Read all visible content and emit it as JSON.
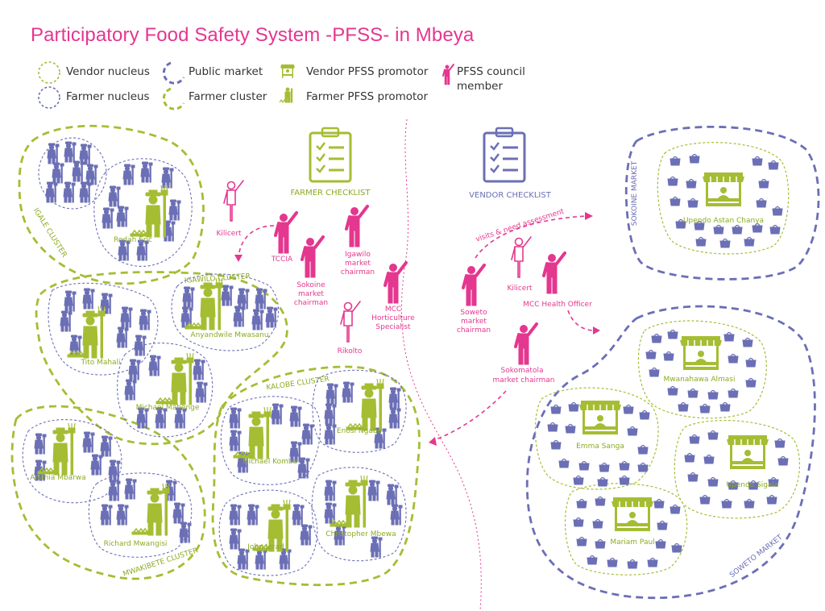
{
  "title": "Participatory Food Safety System -PFSS- in Mbeya",
  "legend": {
    "vendor_nucleus": "Vendor nucleus",
    "farmer_nucleus": "Farmer nucleus",
    "public_market": "Public market",
    "farmer_cluster": "Farmer cluster",
    "vendor_promotor": "Vendor PFSS promotor",
    "farmer_promotor": "Farmer PFSS promotor",
    "council_member_line1": "PFSS council",
    "council_member_line2": "member"
  },
  "checklists": {
    "farmer": "FARMER CHECKLIST",
    "vendor": "VENDOR CHECKLIST"
  },
  "clusters": {
    "igale": "IGALE CLUSTER",
    "igawilo": "IGAWILO CLUSTER",
    "mwakibete": "MWAKIBETE CLUSTER",
    "kalobe": "KALOBE CLUSTER"
  },
  "markets": {
    "sokoine": "SOKOINE MARKET",
    "soweto": "SOWETO MARKET"
  },
  "farmer_promotors": {
    "rodah": "Rodah Eric",
    "anyandwile": "Anyandwile Mwasanu",
    "tito": "Tito Mahali",
    "michael_m": "Michael Mahenge",
    "anania": "Anania Mbarwa",
    "richard": "Richard Mwangisi",
    "enosi": "Enosi Ngabo",
    "michael_k": "Michael Komba",
    "john": "John Jerad",
    "christopher": "Christopher Mbewa"
  },
  "vendor_promotors": {
    "upendo_astan": "Upendo Astan Chanya",
    "mwanahawa": "Mwanahawa Almasi",
    "emma": "Emma Sanga",
    "upendo_sigala": "Upendo Sigala",
    "mariam": "Mariam Paul"
  },
  "council": {
    "kilicert_left": "Kilicert",
    "tccia": "TCCIA",
    "igawilo_chair_1": "Igawilo",
    "igawilo_chair_2": "market",
    "igawilo_chair_3": "chairman",
    "sokoine_chair_1": "Sokoine",
    "sokoine_chair_2": "market",
    "sokoine_chair_3": "chairman",
    "mcc_hort_1": "MCC",
    "mcc_hort_2": "Horticulture",
    "mcc_hort_3": "Specialist",
    "rikolto": "Rikolto",
    "soweto_chair_1": "Soweto",
    "soweto_chair_2": "market",
    "soweto_chair_3": "chairman",
    "kilicert_right": "Kilicert",
    "mcc_health": "MCC Health Officer",
    "sokomatola_chair_1": "Sokomatola",
    "sokomatola_chair_2": "market chairman"
  },
  "arrow_label": "visits & need assessment",
  "colors": {
    "pink": "#e4378f",
    "green": "#a5bd33",
    "blue": "#6b6fb5",
    "green_text": "#8cab24"
  }
}
